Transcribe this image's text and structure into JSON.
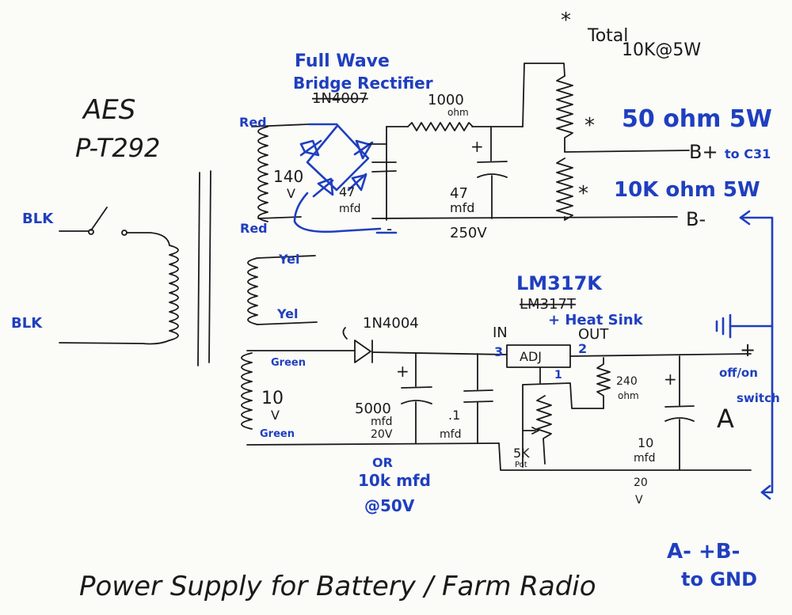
{
  "labels": {
    "maker": "AES",
    "model": "P-T292",
    "total_note": "Total",
    "total_value": "10K@5W",
    "star1": "*",
    "star2": "*",
    "star3": "*",
    "rectifier_line1": "Full Wave",
    "rectifier_line2": "Bridge Rectifier",
    "rect_diode": "1N4007",
    "r1000": "1000",
    "ohm_small": "ohm",
    "res50": "50 ohm 5W",
    "res10k": "10K ohm 5W",
    "bplus": "B+",
    "to_c31": "to C31",
    "bminus": "B-",
    "red_top": "Red",
    "red_bot": "Red",
    "v140": "140",
    "v_unit_140": "V",
    "cap47_small_a": "47",
    "cap47_small_b": "mfd",
    "cap47_big_a": "47",
    "cap47_big_b": "mfd",
    "cap47_big_c": "250V",
    "blk1": "BLK",
    "blk2": "BLK",
    "yel1": "Yel",
    "yel2": "Yel",
    "green1": "Green",
    "green2": "Green",
    "v10": "10",
    "v_unit_10": "V",
    "diode2": "1N4004",
    "cap5000_a": "5000",
    "cap5000_b": "mfd",
    "cap5000_c": "20V",
    "or": "OR",
    "alt_cap_a": "10k mfd",
    "alt_cap_b": "@50V",
    "cap_point1_a": ".1",
    "cap_point1_b": "mfd",
    "reg1": "LM317K",
    "reg2": "LM317T",
    "heatsink": "+ Heat Sink",
    "pin_in": "IN",
    "pin_out": "OUT",
    "pin3": "3",
    "pin2": "2",
    "pin1": "1",
    "adj": "ADJ",
    "r240_a": "240",
    "r240_b": "ohm",
    "pot_a": "5K",
    "pot_b": "Pot",
    "cap10_a": "10",
    "cap10_b": "mfd",
    "cap10_c": "20",
    "cap10_d": "V",
    "plus_out": "+",
    "on_off_a": "off/on",
    "on_off_b": "switch",
    "rail_a": "A",
    "gnd_note_a": "A- +B-",
    "gnd_note_b": "to GND",
    "plus_c1": "+",
    "plus_c2": "+",
    "plus_c3": "+",
    "plus_c4": "+",
    "minus_mark": "-",
    "title": "Power Supply for Battery / Farm Radio"
  },
  "colors": {
    "ink": "#1a1a1a",
    "blue_ink": "#1f3fbf",
    "paper": "#fbfbf8"
  }
}
